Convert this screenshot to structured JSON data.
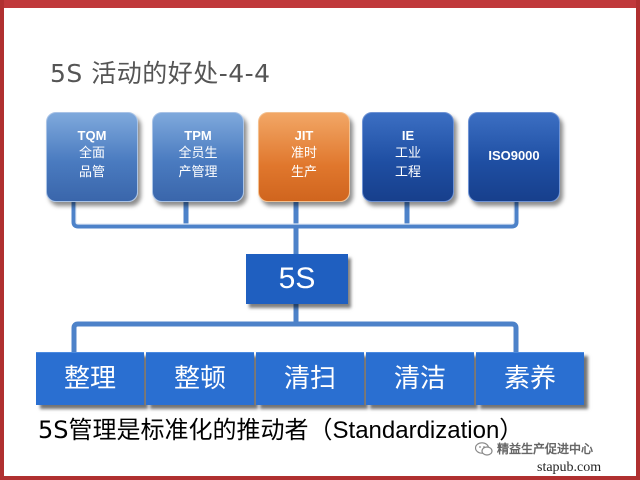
{
  "title": "5S 活动的好处-4-4",
  "top_boxes": [
    {
      "en": "TQM",
      "zh1": "全面",
      "zh2": "品管"
    },
    {
      "en": "TPM",
      "zh1": "全员生",
      "zh2": "产管理"
    },
    {
      "en": "JIT",
      "zh1": "准时",
      "zh2": "生产"
    },
    {
      "en": "IE",
      "zh1": "工业",
      "zh2": "工程"
    },
    {
      "en": "ISO9000",
      "zh1": "",
      "zh2": ""
    }
  ],
  "center": "5S",
  "bottom_boxes": [
    "整理",
    "整顿",
    "清扫",
    "清洁",
    "素养"
  ],
  "caption": {
    "zh": "5S管理是标准化的推动者（",
    "en": "Standardization",
    "close": "）"
  },
  "watermark": {
    "account": "精益生产促进中心",
    "site": "stapub.com"
  },
  "colors": {
    "frame": "#c0393b",
    "light_box": "#4a7bc0",
    "orange_box": "#e0772d",
    "dark_box": "#1f4fa3",
    "connector": "#4d82c9"
  }
}
